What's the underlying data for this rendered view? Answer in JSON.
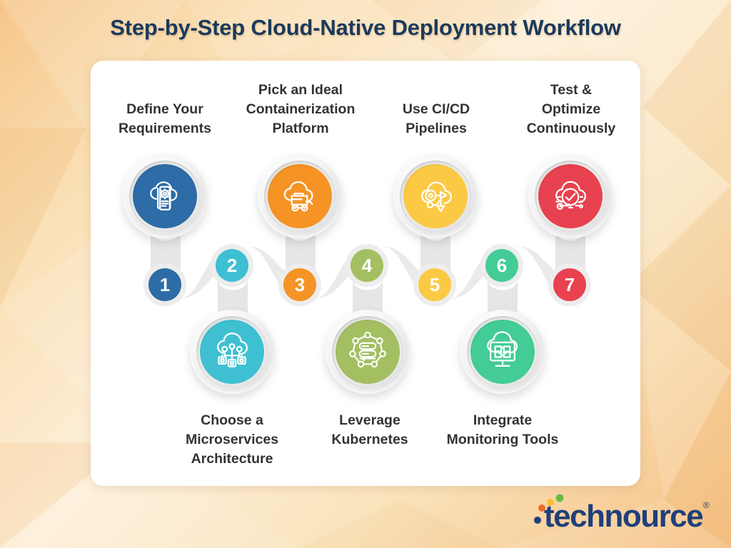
{
  "header": {
    "title": "Step-by-Step Cloud-Native Deployment Workflow",
    "title_color": "#1b3a5c"
  },
  "background": {
    "style": "low-poly peach gradient",
    "colors": [
      "#f6c68a",
      "#fdf0da",
      "#f5c184"
    ]
  },
  "card": {
    "background": "#ffffff"
  },
  "steps": [
    {
      "number": "1",
      "label": "Define Your\nRequirements",
      "color": "#2d6ca6",
      "icon": "cloud-document-gear-icon",
      "row": "top"
    },
    {
      "number": "2",
      "label": "Choose a\nMicroservices\nArchitecture",
      "color": "#3fc0d2",
      "icon": "cloud-microservices-network-icon",
      "row": "bottom"
    },
    {
      "number": "3",
      "label": "Pick an Ideal\nContainerization\nPlatform",
      "color": "#f59325",
      "icon": "cloud-container-cart-icon",
      "row": "top"
    },
    {
      "number": "4",
      "label": "Leverage\nKubernetes",
      "color": "#a3bf62",
      "icon": "kubernetes-server-icon",
      "row": "bottom"
    },
    {
      "number": "5",
      "label": "Use CI/CD\nPipelines",
      "color": "#fbc944",
      "icon": "cloud-pipeline-arrows-icon",
      "row": "top"
    },
    {
      "number": "6",
      "label": "Integrate\nMonitoring Tools",
      "color": "#43cc96",
      "icon": "cloud-monitor-puzzle-icon",
      "row": "bottom"
    },
    {
      "number": "7",
      "label": "Test &\nOptimize\nContinuously",
      "color": "#e8414f",
      "icon": "cloud-check-optimize-icon",
      "row": "top"
    }
  ],
  "logo": {
    "text": "technource",
    "trademark": "®",
    "text_color": "#1f3f7a",
    "dot_colors": [
      "#ef6a2b",
      "#f6c028",
      "#6aba44",
      "#1f3f7a"
    ]
  }
}
